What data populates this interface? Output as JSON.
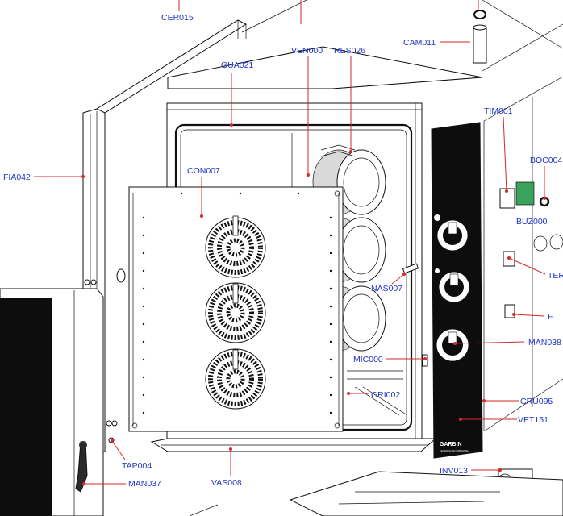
{
  "labels": {
    "cer015": "CER015",
    "cam011": "CAM011",
    "gua021": "GUA021",
    "ven000": "VEN000",
    "res026": "RES026",
    "tim001": "TIM001",
    "boc004": "BOC004",
    "fia042": "FIA042",
    "con007": "CON007",
    "buz000": "BUZ000",
    "ter": "TER",
    "nas007": "NAS007",
    "f_partial": "F",
    "man038": "MAN038",
    "mic000": "MIC000",
    "gri002": "GRI002",
    "cru095": "CRU095",
    "vet151": "VET151",
    "tap004": "TAP004",
    "man037": "MAN037",
    "vas008": "VAS008",
    "inv013": "INV013"
  },
  "brand": "GARBIN",
  "brand_sub": "TECHNOLOGY ORIGINAL",
  "colors": {
    "label_text": "#1f35c8",
    "leader_line": "#d8282a",
    "outline": "#111111",
    "panel": "#0d0d0d"
  }
}
